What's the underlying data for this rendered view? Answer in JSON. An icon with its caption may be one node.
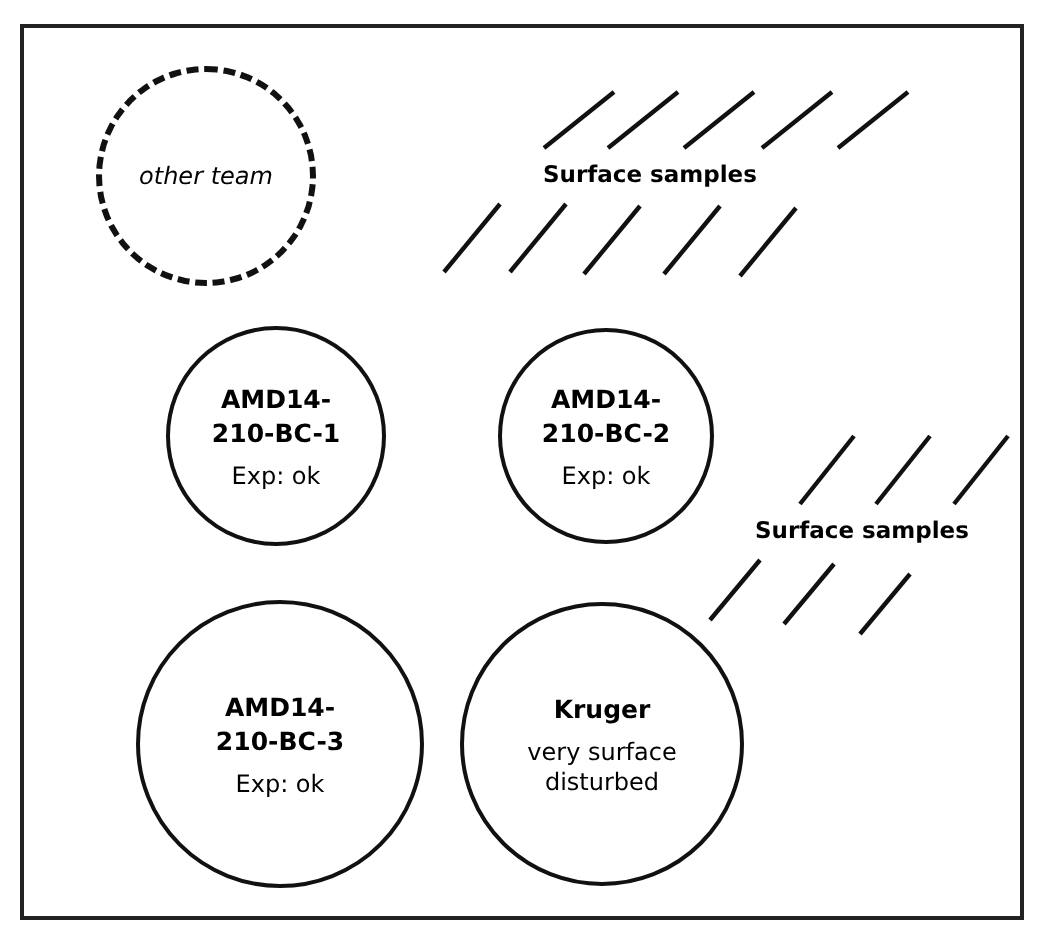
{
  "diagram": {
    "nodes": [
      {
        "text": [
          "other team"
        ]
      },
      {
        "text": [
          "AMD14-210-BC-1",
          "Exp: ok"
        ]
      },
      {
        "text": [
          "AMD14-210-BC-2",
          "Exp: ok"
        ]
      },
      {
        "text": [
          "AMD14-210-BC-3",
          "Exp: ok"
        ]
      },
      {
        "text": [
          "Kruger",
          "very surface disturbed"
        ]
      }
    ],
    "edges": [],
    "labels": [
      "Surface samples",
      "Surface samples"
    ]
  }
}
